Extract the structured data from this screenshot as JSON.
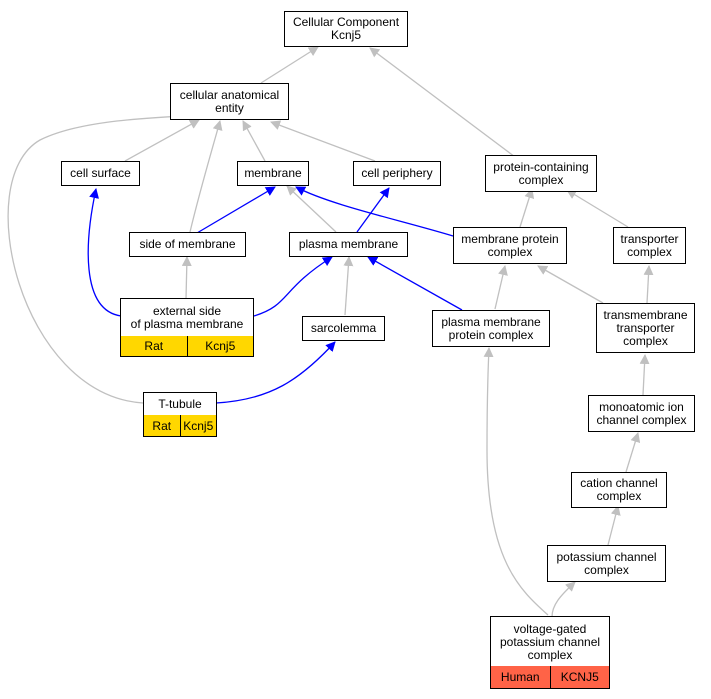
{
  "colors": {
    "gray_edge": "#c0c0c0",
    "blue_edge": "#0000ff",
    "rat_cell": "#ffd700",
    "human_cell": "#ff6347"
  },
  "nodes": {
    "root": "Cellular Component\nKcnj5",
    "cellular_anatomical_entity": "cellular anatomical\nentity",
    "cell_surface": "cell surface",
    "membrane": "membrane",
    "cell_periphery": "cell periphery",
    "side_of_membrane": "side of membrane",
    "plasma_membrane": "plasma membrane",
    "protein_containing_complex": "protein-containing\ncomplex",
    "membrane_protein_complex": "membrane protein\ncomplex",
    "transporter_complex": "transporter\ncomplex",
    "sarcolemma": "sarcolemma",
    "plasma_membrane_protein_complex": "plasma membrane\nprotein complex",
    "transmembrane_transporter_complex": "transmembrane\ntransporter\ncomplex",
    "monoatomic_ion_channel_complex": "monoatomic ion\nchannel complex",
    "cation_channel_complex": "cation channel\ncomplex",
    "potassium_channel_complex": "potassium channel\ncomplex"
  },
  "annotated": {
    "external_side": {
      "label": "external side\nof plasma membrane",
      "species": "Rat",
      "gene": "Kcnj5"
    },
    "t_tubule": {
      "label": "T-tubule",
      "species": "Rat",
      "gene": "Kcnj5"
    },
    "vgk": {
      "label": "voltage-gated\npotassium channel\ncomplex",
      "species": "Human",
      "gene": "KCNJ5"
    }
  }
}
